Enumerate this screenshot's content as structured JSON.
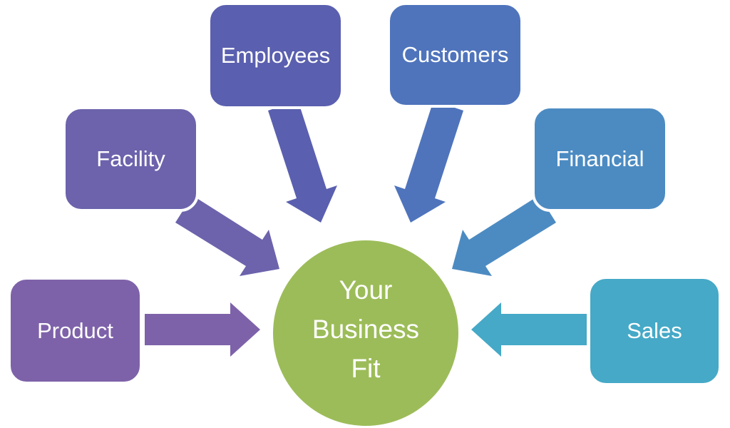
{
  "diagram": {
    "background": "#FFFFFF",
    "text_color": "#FFFFFF",
    "center": {
      "label": "Your Business Fit",
      "lines": [
        "Your",
        "Business",
        "Fit"
      ],
      "color": "#9CBC59"
    },
    "nodes": [
      {
        "id": "product",
        "label": "Product",
        "color": "#7E62A9"
      },
      {
        "id": "facility",
        "label": "Facility",
        "color": "#6C63AC"
      },
      {
        "id": "employees",
        "label": "Employees",
        "color": "#5A5FAF"
      },
      {
        "id": "customers",
        "label": "Customers",
        "color": "#4F74BC"
      },
      {
        "id": "financial",
        "label": "Financial",
        "color": "#4C8BC2"
      },
      {
        "id": "sales",
        "label": "Sales",
        "color": "#45A9C7"
      }
    ]
  }
}
